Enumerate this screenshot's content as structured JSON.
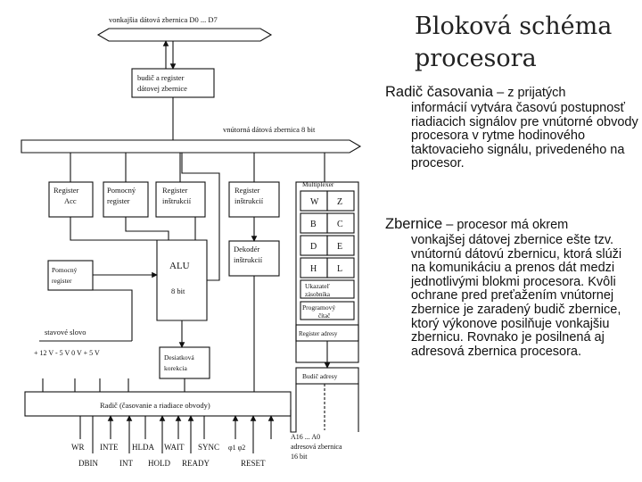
{
  "slide": {
    "title_line1": "Bloková schéma",
    "title_line2": "procesora",
    "paragraphs": [
      {
        "lead_term": "Radič časovania",
        "lead_rest": " – z prijatých",
        "body": "informácií vytvára časovú postupnosť riadiacich signálov pre vnútorné obvody procesora v rytme hodinového taktovacieho signálu, privedeného na procesor."
      },
      {
        "lead_term": "Zbernice",
        "lead_rest": " – procesor má okrem",
        "body": "vonkajšej dátovej zbernice ešte tzv. vnútornú dátovú zbernicu, ktorá slúži na komunikáciu a prenos dát medzi jednotlivými blokmi procesora. Kvôli ochrane pred preťažením vnútornej zbernice je zaradený budič zbernice, ktorý výkonove posilňuje vonkajšiu zbernicu. Rovnako je posilnená aj adresová zbernica procesora."
      }
    ]
  },
  "diagram": {
    "ext_bus": "vonkajšia dátová zbernica   D0 ... D7",
    "buffer_line1": "budič a register",
    "buffer_line2": "dátovej zbernice",
    "int_bus": "vnútorná dátová zbernica   8 bit",
    "reg_acc_1": "Register",
    "reg_acc_2": "Acc",
    "reg_aux_1": "Pomocný",
    "reg_aux_2": "register",
    "reg_ins_1": "Register",
    "reg_ins_2": "inštrukcií",
    "reg_tmp_1": "Register",
    "reg_tmp_2": "inštrukcií",
    "multiplexer": "Multiplexer",
    "reg_w": "W",
    "reg_z": "Z",
    "reg_b": "B",
    "reg_c": "C",
    "reg_d": "D",
    "reg_e": "E",
    "reg_h": "H",
    "reg_l": "L",
    "sp_1": "Ukazateľ",
    "sp_2": "zásobníka",
    "pc_1": "Programový",
    "pc_2": "čítač",
    "addr_reg": "Register adresy",
    "addr_buf": "Budič adresy",
    "alu": "ALU",
    "alu_bits": "8 bit",
    "flags_1": "Pomocný",
    "flags_2": "register",
    "decoder_1": "Dekodér",
    "decoder_2": "inštrukcií",
    "status": "stavové slovo",
    "power": "+ 12 V  - 5 V  0 V  + 5 V",
    "bcd_1": "Desiatková",
    "bcd_2": "korekcia",
    "control": "Radič  (časovanie a riadiace obvody)",
    "sig_wr": "WR",
    "sig_inte": "INTE",
    "sig_hlda": "HLDA",
    "sig_wait": "WAIT",
    "sig_sync": "SYNC",
    "sig_phi": "φ1 φ2",
    "sig_dbin": "DBIN",
    "sig_int": "INT",
    "sig_hold": "HOLD",
    "sig_ready": "READY",
    "sig_reset": "RESET",
    "addr_out_1": "A16 ... A0",
    "addr_out_2": "adresová zbernica",
    "addr_out_3": "16  bit"
  }
}
